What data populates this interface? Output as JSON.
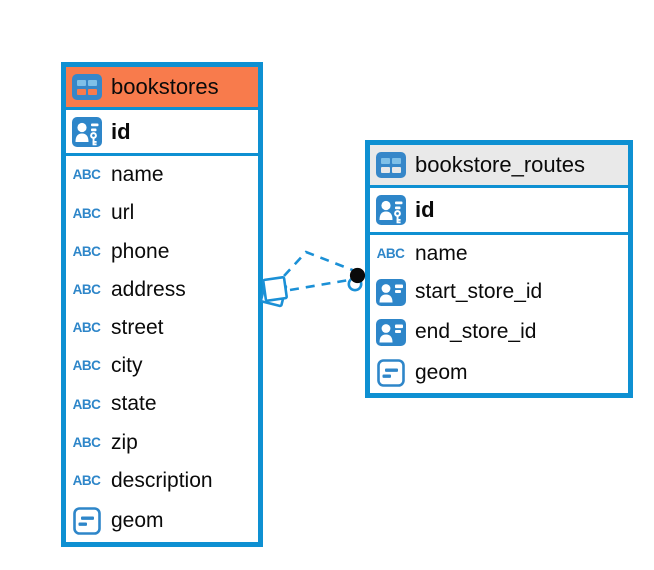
{
  "colors": {
    "accent_blue": "#0e90d2",
    "icon_blue": "#2e86c9",
    "bookstores_header_orange": "#f87b4c",
    "routes_header_gray": "#e9e9e9",
    "connector_dot_black": "#0a0a0a",
    "background": "#ffffff"
  },
  "tables": [
    {
      "name": "bookstores",
      "primary_key": {
        "label": "id",
        "icon": "primary-key-icon"
      },
      "columns": [
        {
          "label": "name",
          "icon": "text-type-icon"
        },
        {
          "label": "url",
          "icon": "text-type-icon"
        },
        {
          "label": "phone",
          "icon": "text-type-icon"
        },
        {
          "label": "address",
          "icon": "text-type-icon"
        },
        {
          "label": "street",
          "icon": "text-type-icon"
        },
        {
          "label": "city",
          "icon": "text-type-icon"
        },
        {
          "label": "state",
          "icon": "text-type-icon"
        },
        {
          "label": "zip",
          "icon": "text-type-icon"
        },
        {
          "label": "description",
          "icon": "text-type-icon"
        },
        {
          "label": "geom",
          "icon": "geometry-type-icon"
        }
      ]
    },
    {
      "name": "bookstore_routes",
      "primary_key": {
        "label": "id",
        "icon": "primary-key-icon"
      },
      "columns": [
        {
          "label": "name",
          "icon": "text-type-icon"
        },
        {
          "label": "start_store_id",
          "icon": "reference-type-icon"
        },
        {
          "label": "end_store_id",
          "icon": "reference-type-icon"
        },
        {
          "label": "geom",
          "icon": "geometry-type-icon"
        }
      ]
    }
  ],
  "relationship": {
    "from_table": "bookstores",
    "to_table": "bookstore_routes",
    "line_style": "dashed",
    "from_marker": "diamond",
    "to_marker": "dot"
  },
  "icons": {
    "text_type_glyph": "ABC"
  }
}
